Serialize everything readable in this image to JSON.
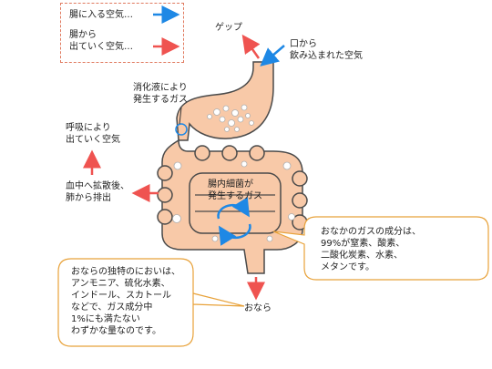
{
  "legend": {
    "in_label": "腸に入る空気…",
    "out_label": "腸から\n出ていく空気…",
    "in_color": "#1e88e5",
    "out_color": "#ef5350"
  },
  "labels": {
    "burp": "ゲップ",
    "swallowed_air": "口から\n飲み込まれた空気",
    "digestive_gas": "消化液により\n発生するガス",
    "breath_out": "呼吸により\n出ていく空気",
    "blood": "血中へ拡散後、\n肺から排出",
    "bacteria_gas": "腸内細菌が\n発生するガス",
    "fart": "おなら"
  },
  "notes": {
    "composition": "おなかのガスの成分は、\n99%が窒素、酸素、\n二酸化炭素、水素、\nメタンです。",
    "smell": "おならの独特のにおいは、\nアンモニア、硫化水素、\nインドール、スカトール\nなどで、ガス成分中\n1%にも満たない\nわずかな量なのです。"
  },
  "colors": {
    "organ_fill": "#f8c9a8",
    "organ_stroke": "#4a4a4a",
    "bubble_border": "#e8a23a"
  }
}
